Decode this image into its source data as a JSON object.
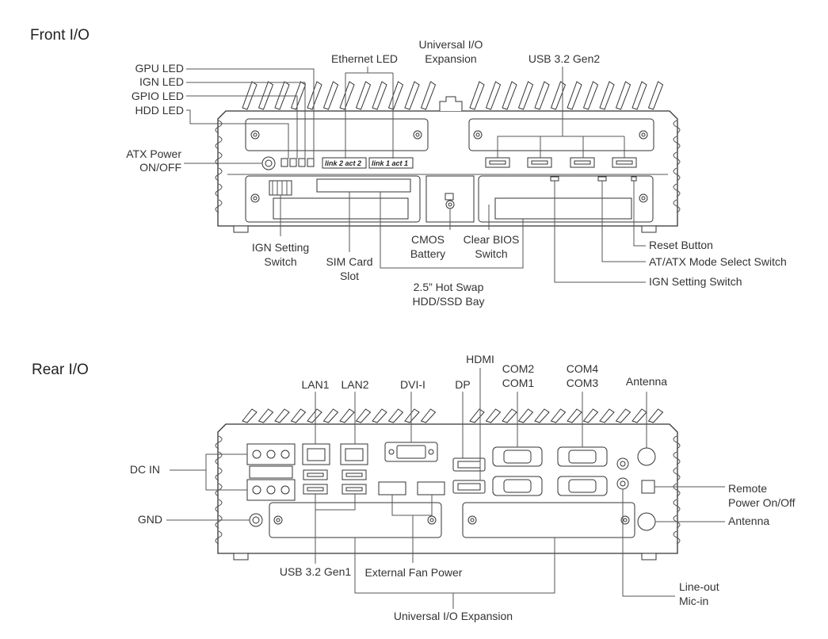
{
  "front": {
    "title": "Front I/O",
    "labels": {
      "gpu_led": "GPU LED",
      "ign_led": "IGN LED",
      "gpio_led": "GPIO LED",
      "hdd_led": "HDD LED",
      "atx_power_1": "ATX Power",
      "atx_power_2": "ON/OFF",
      "ethernet_led": "Ethernet LED",
      "universal_io_1": "Universal I/O",
      "universal_io_2": "Expansion",
      "usb_gen2": "USB 3.2 Gen2",
      "ign_setting_left_1": "IGN Setting",
      "ign_setting_left_2": "Switch",
      "sim_card_1": "SIM Card",
      "sim_card_2": "Slot",
      "cmos_1": "CMOS",
      "cmos_2": "Battery",
      "clear_bios_1": "Clear BIOS",
      "clear_bios_2": "Switch",
      "hot_swap_1": "2.5” Hot Swap",
      "hot_swap_2": "HDD/SSD Bay",
      "reset_button": "Reset Button",
      "at_atx_mode": "AT/ATX Mode Select Switch",
      "ign_setting_right": "IGN Setting Switch",
      "link2": "link 2  act 2",
      "link1": "link 1  act 1"
    }
  },
  "rear": {
    "title": "Rear I/O",
    "labels": {
      "lan1": "LAN1",
      "lan2": "LAN2",
      "dvi": "DVI-I",
      "dp": "DP",
      "hdmi": "HDMI",
      "com2": "COM2",
      "com1": "COM1",
      "com4": "COM4",
      "com3": "COM3",
      "antenna_top": "Antenna",
      "dc_in": "DC IN",
      "gnd": "GND",
      "remote_1": "Remote",
      "remote_2": "Power On/Off",
      "antenna_right": "Antenna",
      "usb_gen1": "USB 3.2 Gen1",
      "ext_fan": "External Fan Power",
      "lineout": "Line-out",
      "micin": "Mic-in",
      "universal_io": "Universal I/O Expansion"
    }
  }
}
